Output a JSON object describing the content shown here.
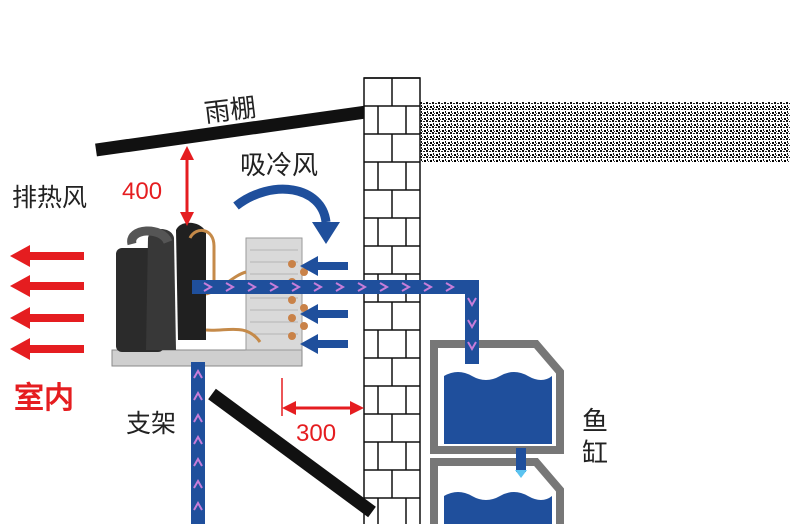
{
  "labels": {
    "canopy": "雨棚",
    "exhaust_air": "排热风",
    "clearance_top": "400",
    "intake_air": "吸冷风",
    "indoor": "室内",
    "bracket": "支架",
    "clearance_wall": "300",
    "fish_tank": "鱼\n缸"
  },
  "colors": {
    "red": "#e51d20",
    "pipe_blue": "#1f4f9c",
    "flow_arrow": "#c77dd9",
    "water": "#1f4f9c",
    "brick_line": "#111111"
  },
  "icons": {
    "unit": "condensing-unit-icon",
    "indoor_arrows": "arrow-left-icon"
  }
}
